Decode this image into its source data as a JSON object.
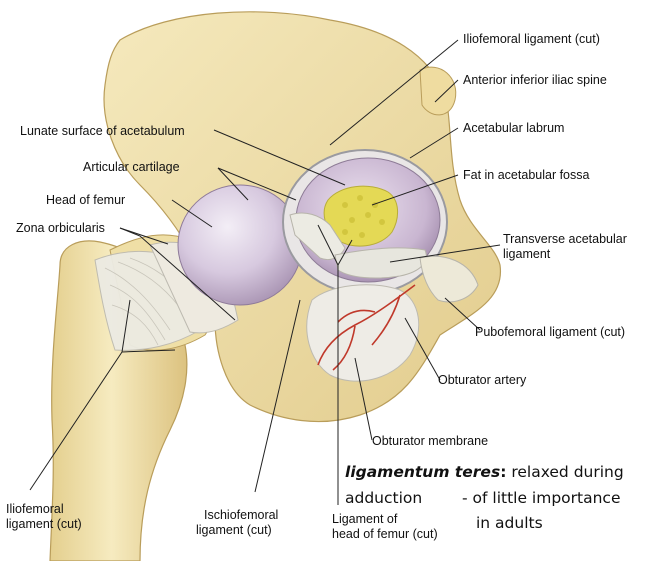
{
  "labels": {
    "iliofemoral_top": "Iliofemoral ligament (cut)",
    "ant_inf_iliac_spine": "Anterior inferior iliac spine",
    "lunate_surface": "Lunate surface of acetabulum",
    "acetabular_labrum": "Acetabular labrum",
    "articular_cartilage": "Articular cartilage",
    "fat_fossa": "Fat in acetabular fossa",
    "head_of_femur": "Head of femur",
    "zona_orbicularis": "Zona orbicularis",
    "transverse_lig_1": "Transverse acetabular",
    "transverse_lig_2": "ligament",
    "pubofemoral": "Pubofemoral ligament (cut)",
    "obturator_artery": "Obturator artery",
    "obturator_membrane": "Obturator membrane",
    "iliofemoral_bottom_1": "Iliofemoral",
    "iliofemoral_bottom_2": "ligament (cut)",
    "ischiofemoral_1": "Ischiofemoral",
    "ischiofemoral_2": "ligament (cut)",
    "lig_head_1": "Ligament of",
    "lig_head_2": "head of femur (cut)"
  },
  "note": {
    "term": "ligamentum teres",
    "colon": ":",
    "line1_rest": " relaxed during",
    "line2": "adduction",
    "bullet1": "- of little importance",
    "bullet2": "in adults"
  },
  "colors": {
    "bone": "#efdfa6",
    "bone_shade": "#d9bf79",
    "cartilage": "#d8cbe0",
    "ligament": "#e9e8e0",
    "fat": "#e6dc58",
    "artery": "#c0392b"
  }
}
